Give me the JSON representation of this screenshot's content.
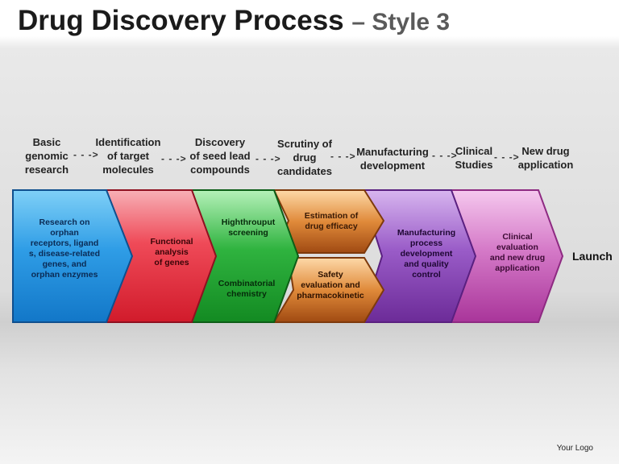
{
  "title": {
    "main": "Drug Discovery Process",
    "sub": "– Style 3"
  },
  "steps": [
    {
      "label": "Basic\ngenomic\nresearch"
    },
    {
      "label": "Identification\nof target\nmolecules"
    },
    {
      "label": "Discovery\nof seed lead\ncompounds"
    },
    {
      "label": "Scrutiny of\ndrug\ncandidates"
    },
    {
      "label": "Manufacturing\ndevelopment"
    },
    {
      "label": "Clinical\nStudies"
    },
    {
      "label": "New drug\napplication"
    }
  ],
  "step_arrow": "- - ->",
  "boxes": {
    "research": "Research on\norphan\nreceptors, ligand\ns, disease-related\ngenes, and\norphan enzymes",
    "functional": "Functional\nanalysis\nof genes",
    "screening": "Highthrouput\nscreening",
    "combinatorial": "Combinatorial\nchemistry",
    "efficacy": "Estimation of\ndrug efficacy",
    "safety": "Safety\nevaluation and\npharmacokinetic",
    "manufacturing": "Manufacturing\nprocess\ndevelopment\nand quality\ncontrol",
    "clinical": "Clinical\nevaluation\nand new drug\napplication"
  },
  "launch_label": "Launch",
  "logo_text": "Your Logo",
  "colors": {
    "blue": "#2e8fe0",
    "red": "#e0283a",
    "green": "#1f9a2e",
    "orange": "#d2691e",
    "purple": "#8a3fb8",
    "pink": "#c357b4"
  }
}
